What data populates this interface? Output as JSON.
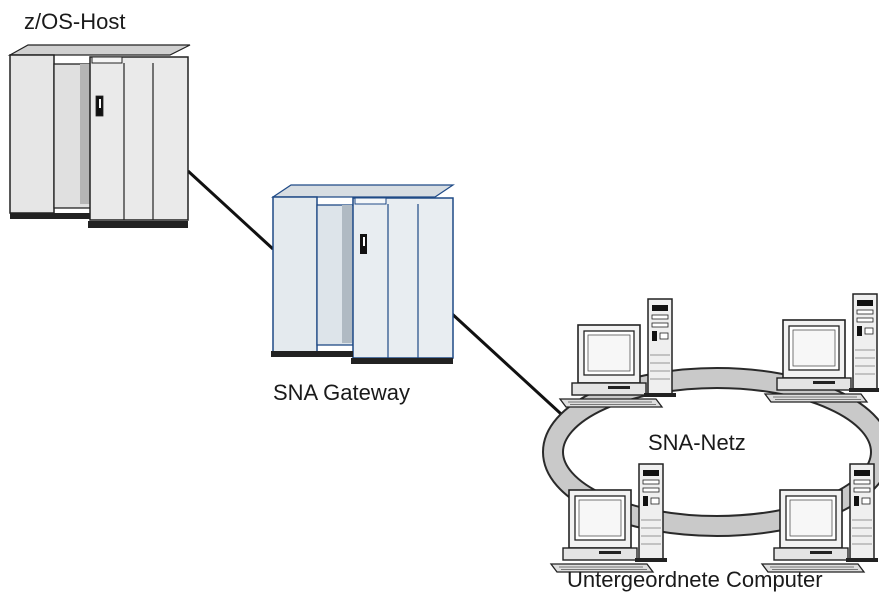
{
  "labels": {
    "host": "z/OS-Host",
    "gateway": "SNA Gateway",
    "network": "SNA-Netz",
    "computers": "Untergeordnete Computer"
  },
  "colors": {
    "line": "#111111",
    "ring": "#c9c9c9",
    "ring_edge": "#2a2a2a",
    "host_panel": "#e6e6e6",
    "gateway_panel": "#e4eaee",
    "gateway_edge": "#1f4a86",
    "workstation_body": "#f2f2f2",
    "shadow": "#222222"
  }
}
